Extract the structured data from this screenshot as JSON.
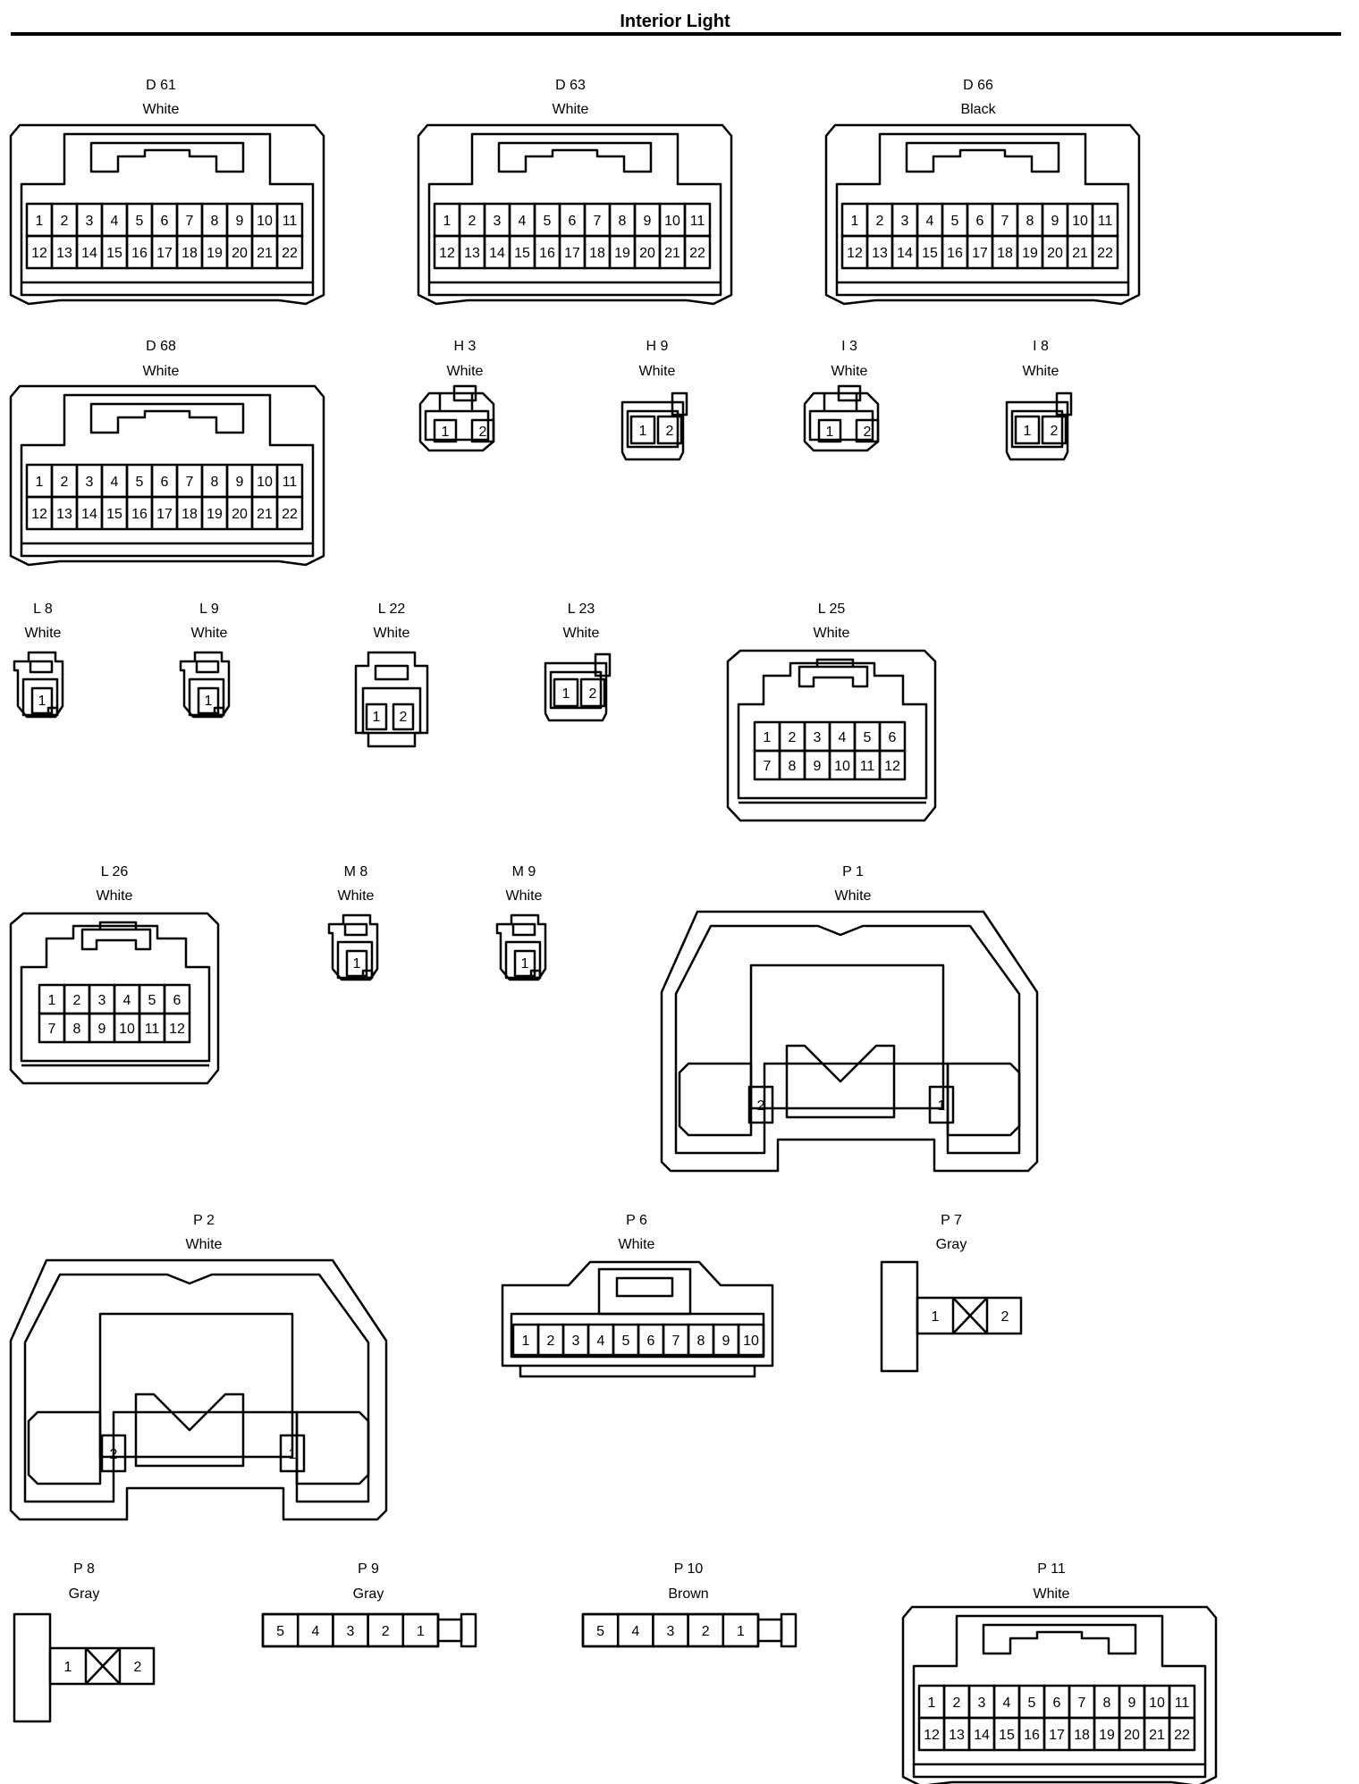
{
  "page": {
    "title": "Interior Light"
  },
  "connectors": [
    {
      "id": "D 61",
      "color": "White",
      "pins": 22
    },
    {
      "id": "D 63",
      "color": "White",
      "pins": 22
    },
    {
      "id": "D 66",
      "color": "Black",
      "pins": 22
    },
    {
      "id": "D 68",
      "color": "White",
      "pins": 22
    },
    {
      "id": "H 3",
      "color": "White",
      "pins": 2
    },
    {
      "id": "H 9",
      "color": "White",
      "pins": 2
    },
    {
      "id": "I 3",
      "color": "White",
      "pins": 2
    },
    {
      "id": "I 8",
      "color": "White",
      "pins": 2
    },
    {
      "id": "L 8",
      "color": "White",
      "pins": 1
    },
    {
      "id": "L 9",
      "color": "White",
      "pins": 1
    },
    {
      "id": "L 22",
      "color": "White",
      "pins": 2
    },
    {
      "id": "L 23",
      "color": "White",
      "pins": 2
    },
    {
      "id": "L 25",
      "color": "White",
      "pins": 12
    },
    {
      "id": "L 26",
      "color": "White",
      "pins": 12
    },
    {
      "id": "M 8",
      "color": "White",
      "pins": 1
    },
    {
      "id": "M 9",
      "color": "White",
      "pins": 1
    },
    {
      "id": "P 1",
      "color": "White",
      "pins": 2
    },
    {
      "id": "P 2",
      "color": "White",
      "pins": 2
    },
    {
      "id": "P 6",
      "color": "White",
      "pins": 10
    },
    {
      "id": "P 7",
      "color": "Gray",
      "pins": 2
    },
    {
      "id": "P 8",
      "color": "Gray",
      "pins": 2
    },
    {
      "id": "P 9",
      "color": "Gray",
      "pins": 5
    },
    {
      "id": "P 10",
      "color": "Brown",
      "pins": 5
    },
    {
      "id": "P 11",
      "color": "White",
      "pins": 22
    }
  ]
}
